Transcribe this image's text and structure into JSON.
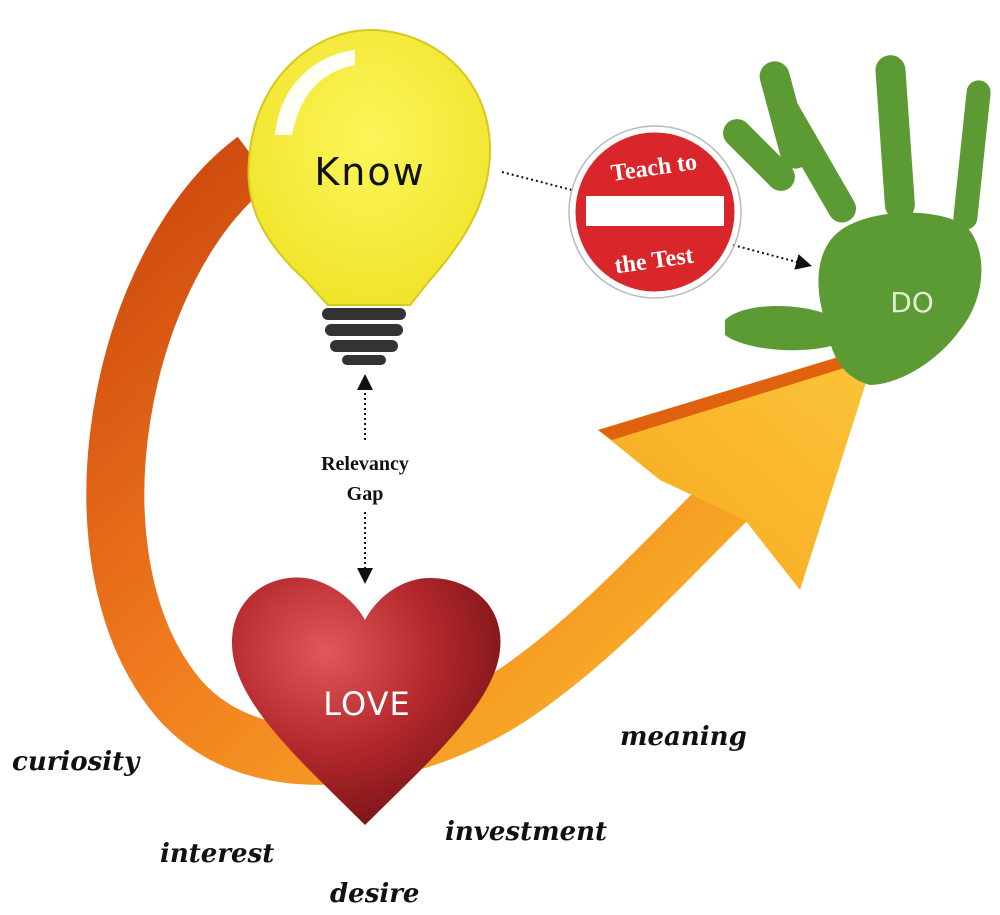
{
  "bulb": {
    "label": "Know"
  },
  "sign": {
    "top_text": "Teach to",
    "bottom_text": "the Test"
  },
  "hand": {
    "label": "DO"
  },
  "heart": {
    "label": "LOVE"
  },
  "gap": {
    "line1": "Relevancy",
    "line2": "Gap"
  },
  "words": {
    "curiosity": "curiosity",
    "interest": "interest",
    "desire": "desire",
    "investment": "investment",
    "meaning": "meaning"
  },
  "colors": {
    "bulb": "#f7ee3a",
    "arrow_dark": "#d9480f",
    "arrow_light": "#f9b520",
    "sign_red": "#d9262a",
    "hand_green": "#5c9a34",
    "heart_red": "#b0282c"
  }
}
